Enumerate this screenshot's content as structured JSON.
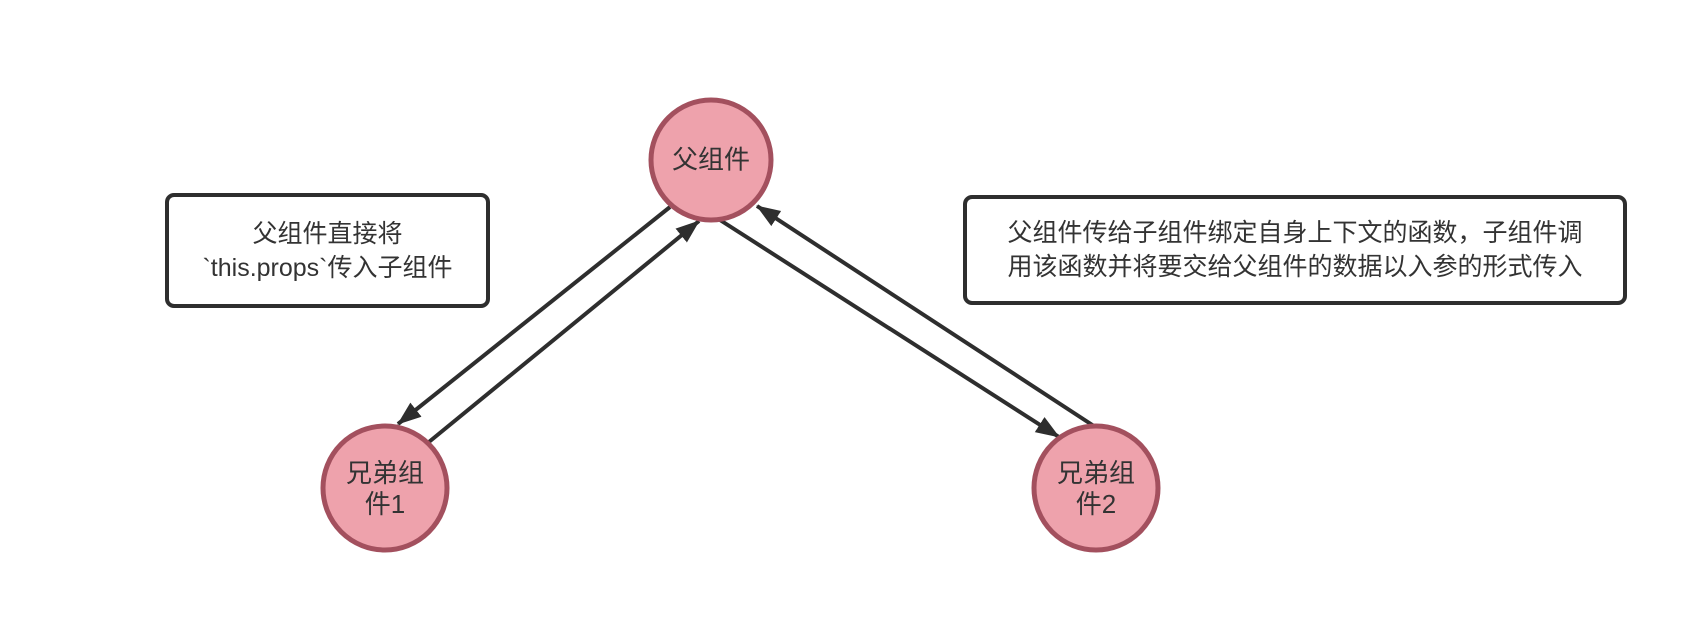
{
  "diagram": {
    "nodes": {
      "parent": {
        "label": "父组件"
      },
      "sibling1": {
        "label_line1": "兄弟组",
        "label_line2": "件1"
      },
      "sibling2": {
        "label_line1": "兄弟组",
        "label_line2": "件2"
      }
    },
    "notes": {
      "props_note": {
        "line1": "父组件直接将",
        "line2": "`this.props`传入子组件"
      },
      "callback_note": {
        "line1": "父组件传给子组件绑定自身上下文的函数，子组件调",
        "line2": "用该函数并将要交给父组件的数据以入参的形式传入"
      }
    },
    "colors": {
      "node_fill": "#eea2ac",
      "node_stroke": "#a3505e",
      "edge": "#2e2e2e",
      "note_border": "#2e2e2e",
      "text": "#333333",
      "background": "#ffffff"
    }
  }
}
